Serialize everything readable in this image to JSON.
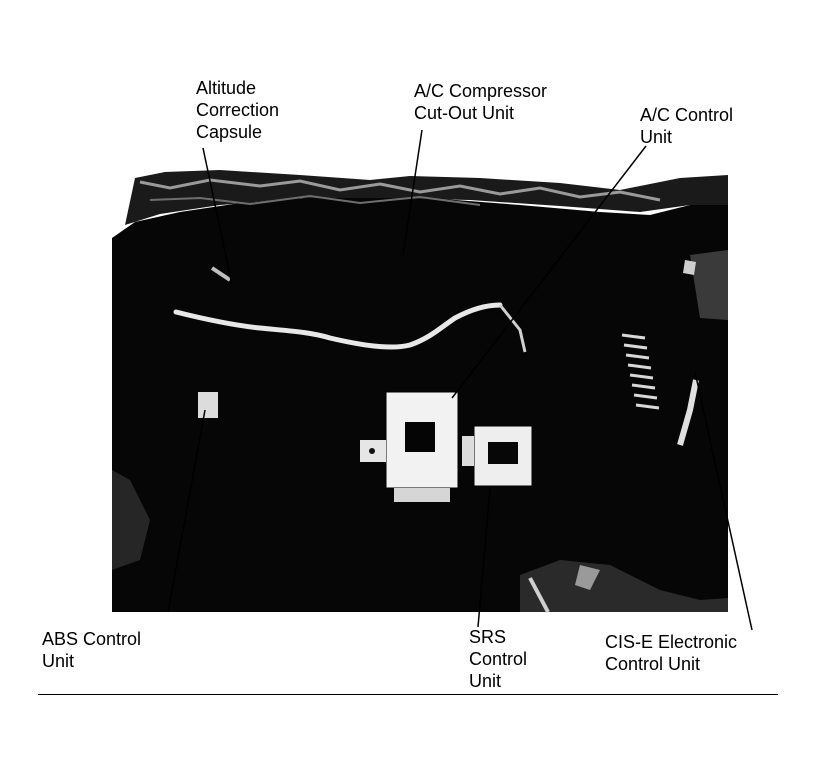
{
  "labels": {
    "altitude": [
      "Altitude",
      "Correction",
      "Capsule"
    ],
    "compressor": [
      "A/C Compressor",
      "Cut-Out Unit"
    ],
    "ac_control": [
      "A/C Control",
      "Unit"
    ],
    "abs": [
      "ABS Control",
      "Unit"
    ],
    "srs": [
      "SRS",
      "Control",
      "Unit"
    ],
    "cise": [
      "CIS-E Electronic",
      "Control Unit"
    ]
  }
}
